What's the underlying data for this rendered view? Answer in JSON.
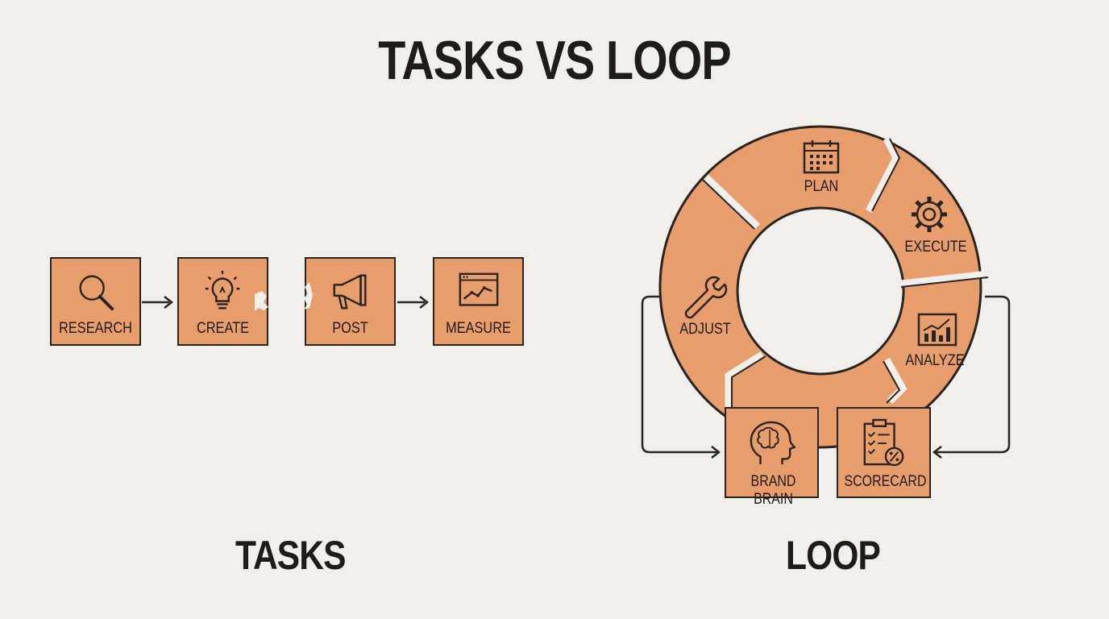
{
  "title": "TASKS VS LOOP",
  "tasks": {
    "label": "TASKS",
    "steps": [
      {
        "label": "RESEARCH",
        "icon": "magnifier-icon"
      },
      {
        "label": "CREATE",
        "icon": "lightbulb-icon"
      },
      {
        "label": "POST",
        "icon": "megaphone-icon"
      },
      {
        "label": "MEASURE",
        "icon": "line-chart-icon"
      }
    ]
  },
  "loop": {
    "label": "LOOP",
    "segments": [
      {
        "label": "PLAN",
        "icon": "calendar-icon"
      },
      {
        "label": "EXECUTE",
        "icon": "gear-icon"
      },
      {
        "label": "ANALYZE",
        "icon": "bar-chart-icon"
      },
      {
        "label": "ADJUST",
        "icon": "wrench-icon"
      }
    ],
    "boxes": [
      {
        "label": "BRAND BRAIN",
        "icon": "brain-head-icon"
      },
      {
        "label": "SCORECARD",
        "icon": "clipboard-checklist-icon"
      }
    ]
  },
  "colors": {
    "background": "#f0efeb",
    "fill": "#e89d6c",
    "stroke": "#2a2421",
    "text": "#1e1b18"
  }
}
